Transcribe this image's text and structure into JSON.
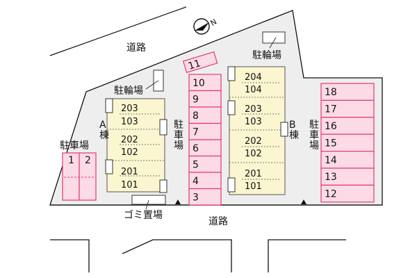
{
  "roads": {
    "top": "道路",
    "bottom": "道路"
  },
  "compass": {
    "label": "N"
  },
  "bike_parking": {
    "left": "駐輪場",
    "right": "駐輪場"
  },
  "garbage": "ゴミ置場",
  "parking_labels": {
    "left": "駐車場",
    "center": "駐\n車\n場",
    "right": "駐\n車\n場"
  },
  "buildings": {
    "a": {
      "label": "A\n棟",
      "units": [
        [
          "203",
          "103"
        ],
        [
          "202",
          "102"
        ],
        [
          "201",
          "101"
        ]
      ]
    },
    "b": {
      "label": "B\n棟",
      "units": [
        [
          "204",
          "104"
        ],
        [
          "203",
          "103"
        ],
        [
          "202",
          "102"
        ],
        [
          "201",
          "101"
        ]
      ]
    }
  },
  "parking": {
    "left_slots": [
      "1",
      "2"
    ],
    "center_slots": [
      "10",
      "9",
      "8",
      "7",
      "6",
      "5",
      "4",
      "3"
    ],
    "center_extra": "11",
    "right_slots": [
      "18",
      "17",
      "16",
      "15",
      "14",
      "13",
      "12"
    ]
  },
  "colors": {
    "parking_fill": "#fcdbe6",
    "parking_stroke": "#e23a6a",
    "building_fill": "#fbf6cf",
    "lot_fill": "#eeeeee"
  }
}
